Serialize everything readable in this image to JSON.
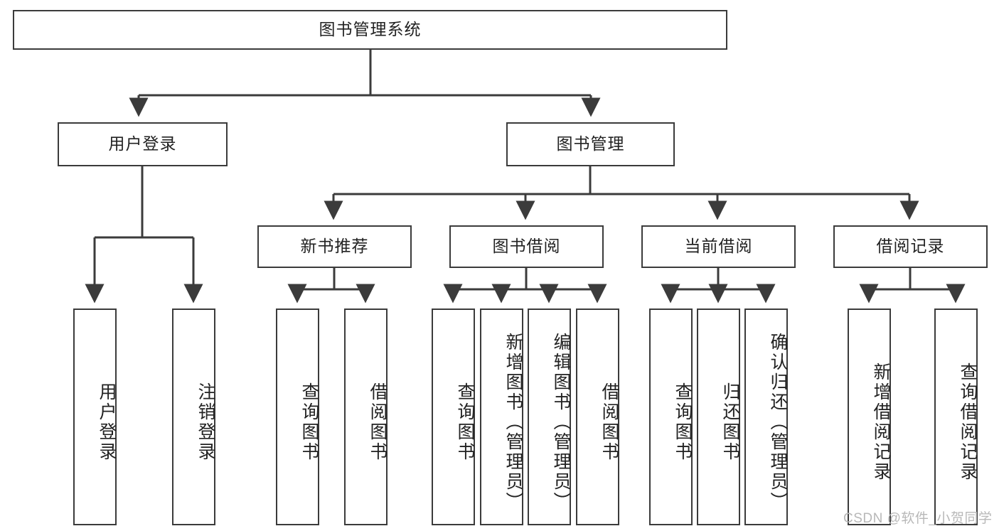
{
  "diagram": {
    "title": "图书管理系统",
    "type": "hierarchy-tree",
    "colors": {
      "box_border": "#3b3b3b",
      "box_fill": "#ffffff",
      "edge": "#3b3b3b",
      "text": "#222222",
      "watermark": "#b8b8b8"
    },
    "root": {
      "label": "图书管理系统"
    },
    "level2": [
      {
        "label": "用户登录"
      },
      {
        "label": "图书管理"
      }
    ],
    "level3": [
      {
        "label": "新书推荐"
      },
      {
        "label": "图书借阅"
      },
      {
        "label": "当前借阅"
      },
      {
        "label": "借阅记录"
      }
    ],
    "leaves": {
      "user_login": [
        {
          "label": "用户登录"
        },
        {
          "label": "注销登录"
        }
      ],
      "new_book_recommend": [
        {
          "label": "查询图书"
        },
        {
          "label": "借阅图书"
        }
      ],
      "book_borrow": [
        {
          "label": "查询图书"
        },
        {
          "label": "新增图书（管理员）"
        },
        {
          "label": "编辑图书（管理员）"
        },
        {
          "label": "借阅图书"
        }
      ],
      "current_borrow": [
        {
          "label": "查询图书"
        },
        {
          "label": "归还图书"
        },
        {
          "label": "确认归还（管理员）"
        }
      ],
      "borrow_record": [
        {
          "label": "新增借阅记录"
        },
        {
          "label": "查询借阅记录"
        }
      ]
    },
    "watermark": "CSDN @软件_小贺同学"
  }
}
